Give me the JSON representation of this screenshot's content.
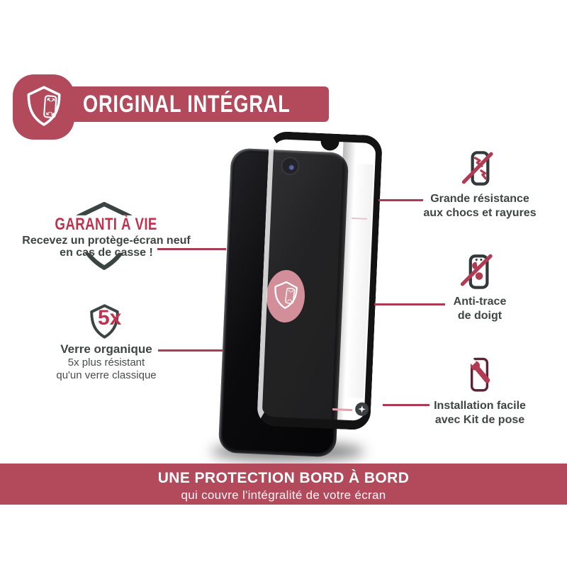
{
  "colors": {
    "brand_red": "#b24a5c",
    "accent_red": "#c2314e",
    "connector_red": "#ab3b54",
    "dark_text": "#3f4543",
    "icon_dark": "#33383a",
    "icon_maroon": "#5e2433",
    "logo_pink": "#e994a0"
  },
  "header": {
    "title": "ORIGINAL INTÉGRAL",
    "badge_icon": "shield-phone-icon"
  },
  "left_features": [
    {
      "icon": "lifetime-shield-icon",
      "title": "GARANTI À VIE",
      "line1": "Recevez un protège-écran neuf",
      "line2": "en cas de casse !"
    },
    {
      "icon": "shield-5x-icon",
      "badge": "5x",
      "title": "Verre organique",
      "line1": "5x plus résistant",
      "line2": "qu'un verre classique"
    }
  ],
  "right_features": [
    {
      "icon": "phone-scratch-crossed-icon",
      "line1": "Grande résistance",
      "line2": "aux chocs et rayures"
    },
    {
      "icon": "phone-fingerprint-crossed-icon",
      "line1": "Anti-trace",
      "line2": "de doigt"
    },
    {
      "icon": "phone-wrench-icon",
      "line1": "Installation facile",
      "line2": "avec Kit de pose"
    }
  ],
  "footer": {
    "title": "UNE PROTECTION BORD À BORD",
    "subtitle": "qui couvre l'intégralité de votre écran"
  }
}
